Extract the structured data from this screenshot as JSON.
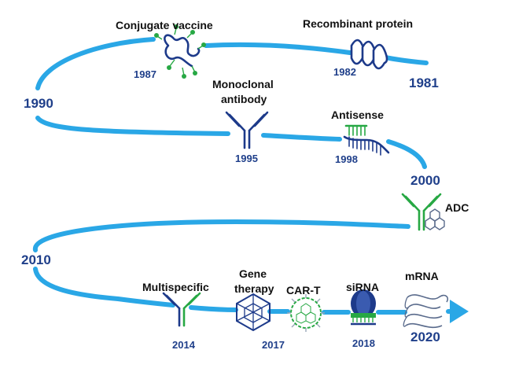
{
  "colors": {
    "timeline": "#2aa7e6",
    "year_text": "#1f3f8a",
    "label_text": "#111111",
    "navy": "#1d3a8a",
    "green": "#27a844",
    "slate": "#5a6b8c"
  },
  "milestones": [
    {
      "id": "recombinant-protein",
      "label": "Recombinant protein",
      "year": "1982",
      "icon": "protein-helix-icon"
    },
    {
      "id": "conjugate-vaccine",
      "label": "Conjugate vaccine",
      "year": "1987",
      "icon": "conjugate-vaccine-icon"
    },
    {
      "id": "monoclonal-antibody",
      "label_lines": [
        "Monoclonal",
        "antibody"
      ],
      "year": "1995",
      "icon": "antibody-icon"
    },
    {
      "id": "antisense",
      "label": "Antisense",
      "year": "1998",
      "icon": "antisense-icon"
    },
    {
      "id": "adc",
      "label": "ADC",
      "icon": "adc-icon"
    },
    {
      "id": "multispecific",
      "label": "Multispecific",
      "year": "2014",
      "icon": "multispecific-antibody-icon"
    },
    {
      "id": "gene-therapy",
      "label_lines": [
        "Gene",
        "therapy"
      ],
      "year": "2017",
      "icon": "virus-capsid-icon"
    },
    {
      "id": "car-t",
      "label": "CAR-T",
      "icon": "car-t-cell-icon"
    },
    {
      "id": "sirna",
      "label": "siRNA",
      "year": "2018",
      "icon": "sirna-icon"
    },
    {
      "id": "mrna",
      "label": "mRNA",
      "icon": "mrna-icon"
    }
  ],
  "decades": [
    "1981",
    "1990",
    "2000",
    "2010",
    "2020"
  ]
}
